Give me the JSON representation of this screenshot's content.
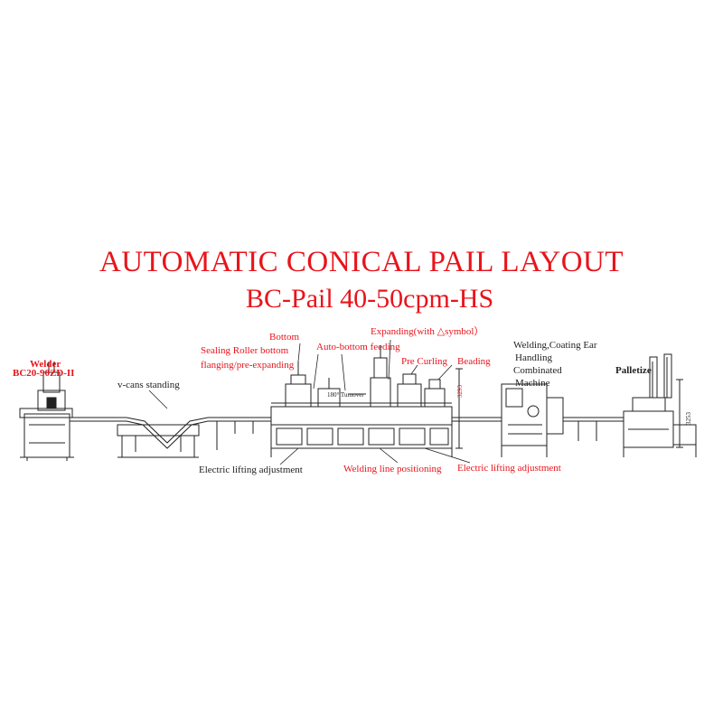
{
  "title": "AUTOMATIC CONICAL PAIL LAYOUT",
  "subtitle": "BC-Pail 40-50cpm-HS",
  "labels": {
    "welder": "Welder",
    "welder_model": "BC20-90ZD-II",
    "v_cans": "v-cans standing",
    "bottom": "Bottom",
    "sealing_roller": "Sealing Roller bottom",
    "flanging": "flanging/pre-expanding",
    "auto_bottom": "Auto-bottom feeding",
    "expanding": "Expanding(with △symbol）",
    "pre_curling": "Pre Curling",
    "beading": "Beading",
    "turnover": "180° Turnover",
    "dim_left": "3293",
    "welding_coating": "Welding,Coating Ear",
    "handling": "Handling",
    "combinated": "Combinated",
    "machine": "Machine",
    "palletize": "Palletize",
    "dim_right": "3253",
    "electric_lift_1": "Electric lifting adjustment",
    "welding_line": "Welding line positioning",
    "electric_lift_2": "Electric lifting adjustment"
  },
  "colors": {
    "accent": "#e8141b",
    "line": "#222222"
  }
}
